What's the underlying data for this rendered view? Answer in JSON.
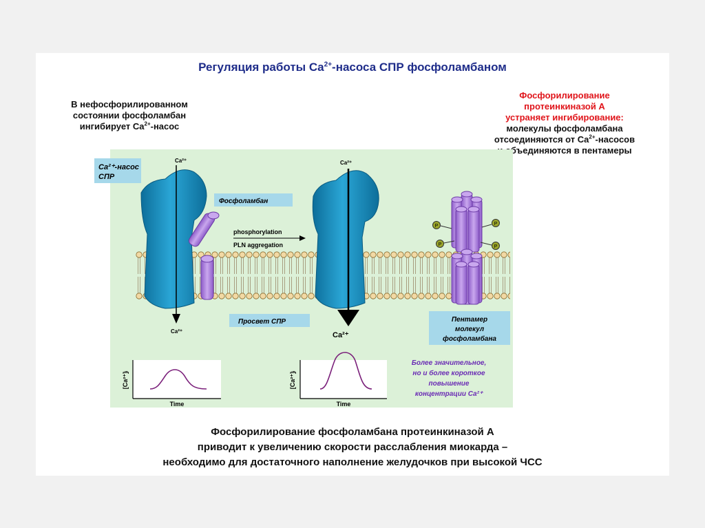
{
  "title": {
    "prefix": "Регуляция  работы Ca",
    "sup": "2+",
    "suffix": "-насоса СПР фосфоламбаном"
  },
  "left_note": {
    "line1": "В нефосфорилированном",
    "line2": "состоянии фосфоламбан",
    "line3_prefix": "ингибирует Ca",
    "line3_sup": "2+",
    "line3_suffix": "-насос"
  },
  "right_note": {
    "red1": "Фосфорилирование",
    "red2": "протеинкиназой А",
    "red3": "устраняет ингибирование:",
    "dark1": "молекулы фосфоламбана",
    "dark2_prefix": "отсоединяются от Ca",
    "dark2_sup": "2+",
    "dark2_suffix": "-насосов",
    "dark3": "и объединяются в пентамеры"
  },
  "diagram": {
    "pump_label_line1": "Ca²⁺-насос",
    "pump_label_line2": "СПР",
    "pln_label": "Фосфоламбан",
    "arrow_top": "phosphorylation",
    "arrow_bottom": "PLN aggregation",
    "ca_top_left": "Ca²⁺",
    "ca_bottom_left": "Ca²⁺",
    "ca_top_right": "Ca²⁺",
    "ca_bottom_right": "Ca²⁺",
    "lumen_label": "Просвет СПР",
    "pentamer_line1": "Пентамер",
    "pentamer_line2": "молекул",
    "pentamer_line3": "фосфоламбана",
    "p_symbol": "P",
    "graph_ylabel": "[Ca²⁺]ᵢ",
    "graph_xlabel": "Time",
    "note_line1": "Более значительное,",
    "note_line2": "но и более короткое",
    "note_line3": "повышение",
    "note_line4": "концентрации Ca²⁺"
  },
  "bottom_text": {
    "line1": "Фосфорилирование фосфоламбана протеинкиназой А",
    "line2": "приводит к увеличению скорости расслабления миокарда –",
    "line3": "необходимо для достаточного наполнение желудочков при высокой ЧСС"
  },
  "colors": {
    "panel": "#dcf1d8",
    "pump": "#1c8fc0",
    "phospholamban": "#b58de0",
    "membrane_head": "#f2d9a4",
    "label_box": "#a6d8ea",
    "title": "#1f2d8a",
    "emphasis_red": "#e0141a",
    "note_purple": "#6a2bb4"
  }
}
